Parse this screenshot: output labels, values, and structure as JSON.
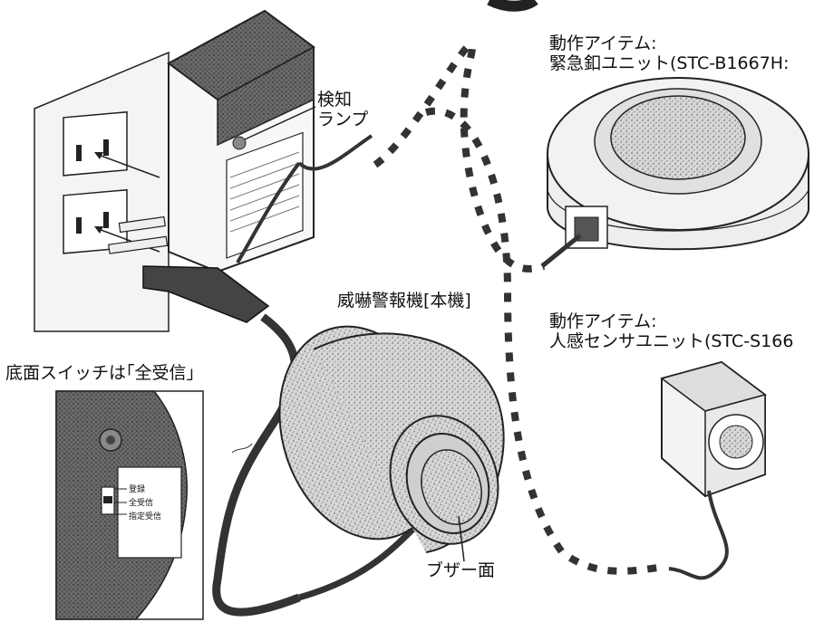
{
  "labels": {
    "lamp_line1": "検知",
    "lamp_line2": "ランプ",
    "item1_line1": "動作アイテム:",
    "item1_line2": "緊急釦ユニット(STC-B1667H:",
    "item2_line1": "動作アイテム:",
    "item2_line2": "人感センサユニット(STC-S166",
    "main_unit": "威嚇警報機[本機]",
    "bottom_switch": "底面スイッチは｢全受信｣",
    "buzzer_face": "ブザー面"
  },
  "switch_panel": {
    "pos1": "登録",
    "pos2": "全受信",
    "pos3": "指定受信"
  }
}
